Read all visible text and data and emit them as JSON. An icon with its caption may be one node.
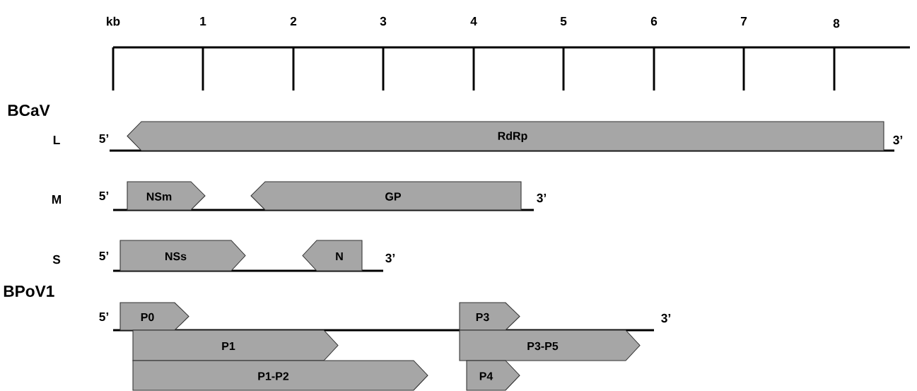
{
  "diagram": {
    "nodes": [
      {
        "text": [
          "RdRp"
        ]
      },
      {
        "text": [
          "NSm"
        ]
      },
      {
        "text": [
          "GP"
        ]
      },
      {
        "text": [
          "NSs"
        ]
      },
      {
        "text": [
          "N"
        ]
      },
      {
        "text": [
          "P0"
        ]
      },
      {
        "text": [
          "P3"
        ]
      },
      {
        "text": [
          "P1"
        ]
      },
      {
        "text": [
          "P3-P5"
        ]
      },
      {
        "text": [
          "P1-P2"
        ]
      },
      {
        "text": [
          "P4"
        ]
      }
    ],
    "labels": [
      "kb",
      "1",
      "2",
      "3",
      "4",
      "5",
      "6",
      "7",
      "8",
      "BCaV",
      "L",
      "5’",
      "3’",
      "M",
      "5’",
      "3’",
      "S",
      "5’",
      "3’",
      "BPoV1",
      "5’",
      "3’"
    ]
  }
}
